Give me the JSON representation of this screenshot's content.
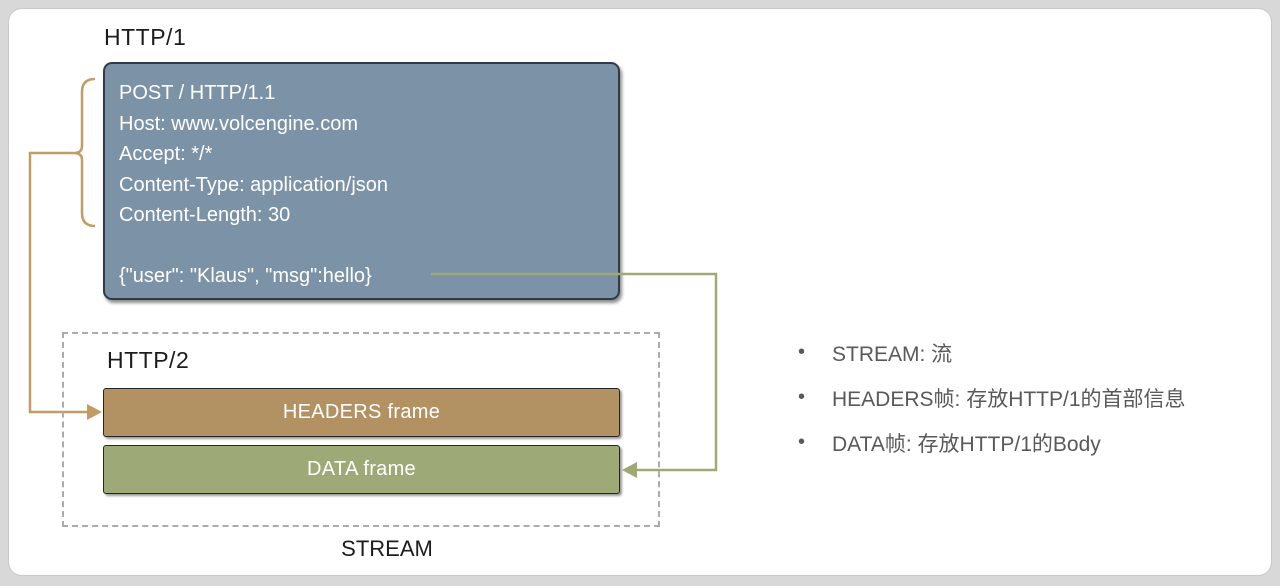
{
  "http1": {
    "title": "HTTP/1",
    "request_lines": [
      "POST / HTTP/1.1",
      "Host: www.volcengine.com",
      "Accept: */*",
      "Content-Type: application/json",
      "Content-Length: 30",
      "",
      "{\"user\": \"Klaus\", \"msg\":hello}"
    ]
  },
  "http2": {
    "title": "HTTP/2",
    "headers_frame_label": "HEADERS frame",
    "data_frame_label": "DATA frame",
    "stream_label": "STREAM"
  },
  "legend": {
    "bullet": "•",
    "items": [
      "STREAM: 流",
      "HEADERS帧: 存放HTTP/1的首部信息",
      "DATA帧: 存放HTTP/1的Body"
    ]
  },
  "colors": {
    "http1_box": "#7b92a7",
    "headers_frame": "#b29263",
    "data_frame": "#9daa78",
    "headers_connector": "#c19c64",
    "data_connector": "#a0a973",
    "legend_text": "#595959"
  }
}
